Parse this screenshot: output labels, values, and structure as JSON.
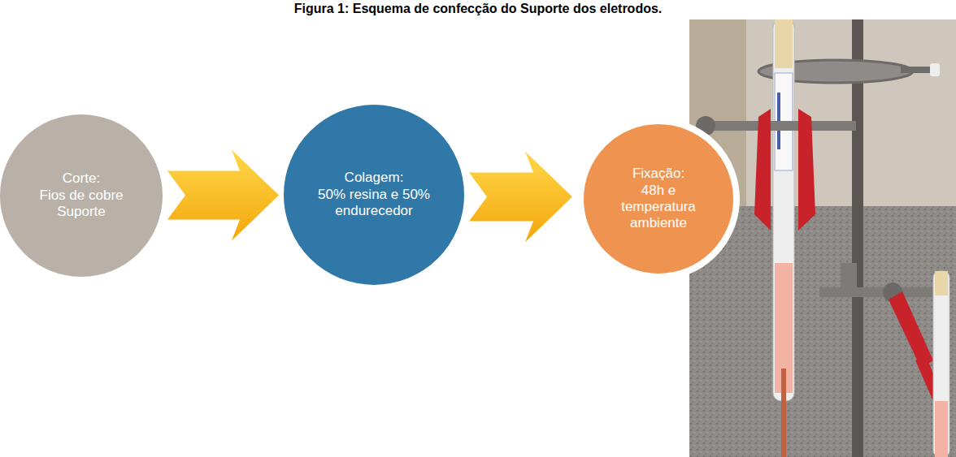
{
  "diagram": {
    "title": "Figura 1: Esquema de confecção do Suporte dos eletrodos.",
    "nodes": [
      {
        "text": [
          "Corte:",
          "Fios de cobre Suporte"
        ]
      },
      {
        "text": [
          "Colagem:",
          "50% resina e 50% endurecedor"
        ]
      },
      {
        "text": [
          "Fixação:",
          "48h e temperatura ambiente"
        ]
      }
    ],
    "edges": [
      {
        "from": 0,
        "to": 1,
        "arrow": "to"
      },
      {
        "from": 1,
        "to": 2,
        "arrow": "to"
      }
    ]
  }
}
